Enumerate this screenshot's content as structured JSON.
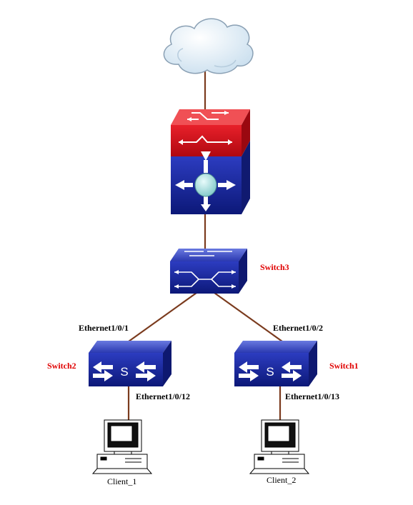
{
  "colors": {
    "link": "#7b3b1e",
    "switch_label": "#e00000",
    "device_blue": "#1f2fa0",
    "device_red": "#d8101a"
  },
  "icons": [
    "cloud-icon",
    "core-router-icon",
    "switch-icon",
    "switch-s-icon",
    "computer-icon"
  ],
  "labels": {
    "switch3": "Switch3",
    "switch2": "Switch2",
    "switch1": "Switch1",
    "port_sw2_up": "Ethernet1/0/1",
    "port_sw1_up": "Ethernet1/0/2",
    "port_sw2_down": "Ethernet1/0/12",
    "port_sw1_down": "Ethernet1/0/13",
    "client1": "Client_1",
    "client2": "Client_2"
  }
}
